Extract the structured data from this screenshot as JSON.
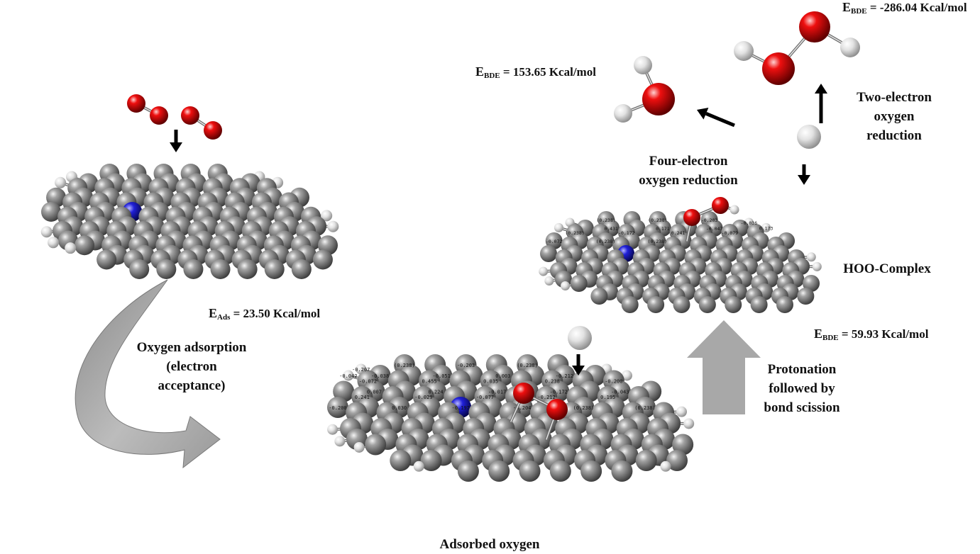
{
  "energies": {
    "bde_peroxide": {
      "symbol": "E",
      "sub": "BDE",
      "text": " = -286.04 Kcal/mol"
    },
    "bde_water": {
      "symbol": "E",
      "sub": "BDE",
      "text": " = 153.65 Kcal/mol"
    },
    "ads": {
      "symbol": "E",
      "sub": "Ads",
      "text": " = 23.50 Kcal/mol"
    },
    "bde_complex": {
      "symbol": "E",
      "sub": "BDE",
      "text": " = 59.93 Kcal/mol"
    }
  },
  "labels": {
    "two_electron": [
      "Two-electron",
      "oxygen",
      "reduction"
    ],
    "four_electron": [
      "Four-electron",
      "oxygen reduction"
    ],
    "hoo_complex": "HOO-Complex",
    "oxygen_adsorption": [
      "Oxygen adsorption",
      "(electron",
      "acceptance)"
    ],
    "protonation": [
      "Protonation",
      "followed by",
      "bond scission"
    ],
    "adsorbed_oxygen": "Adsorbed oxygen"
  },
  "charges": {
    "complex": [
      "(0.238)",
      "(0.238)",
      "-0.203",
      "-0.036",
      "0.173",
      "0.431",
      "0.171",
      "-0.047",
      "(0.238)",
      "-0.172",
      "0.241",
      "-0.079",
      "-0.072",
      "(0.238)",
      "(0.238)"
    ],
    "adsorbed": [
      "(0.238)",
      "-0.203",
      "(0.238)",
      "-0.207",
      "-0.038",
      "-0.051",
      "0.003",
      "-0.212",
      "-0.042",
      "-0.072",
      "0.455",
      "0.035",
      "0.238",
      "-0.200",
      "0.007",
      "0.224",
      "-0.017",
      "-0.172",
      "-0.043",
      "0.241",
      "-0.029",
      "-0.077",
      "-0.212",
      "0.195",
      "-0.200",
      "0.030",
      "-0.197",
      "-0.204",
      "(0.238)",
      "(0.238)"
    ]
  },
  "colors": {
    "carbon": "#8a8a8a",
    "hydrogen": "#e6e6e6",
    "nitrogen": "#1c1cd6",
    "oxygen": "#e00000",
    "big_arrow": "#a8a8a8"
  }
}
